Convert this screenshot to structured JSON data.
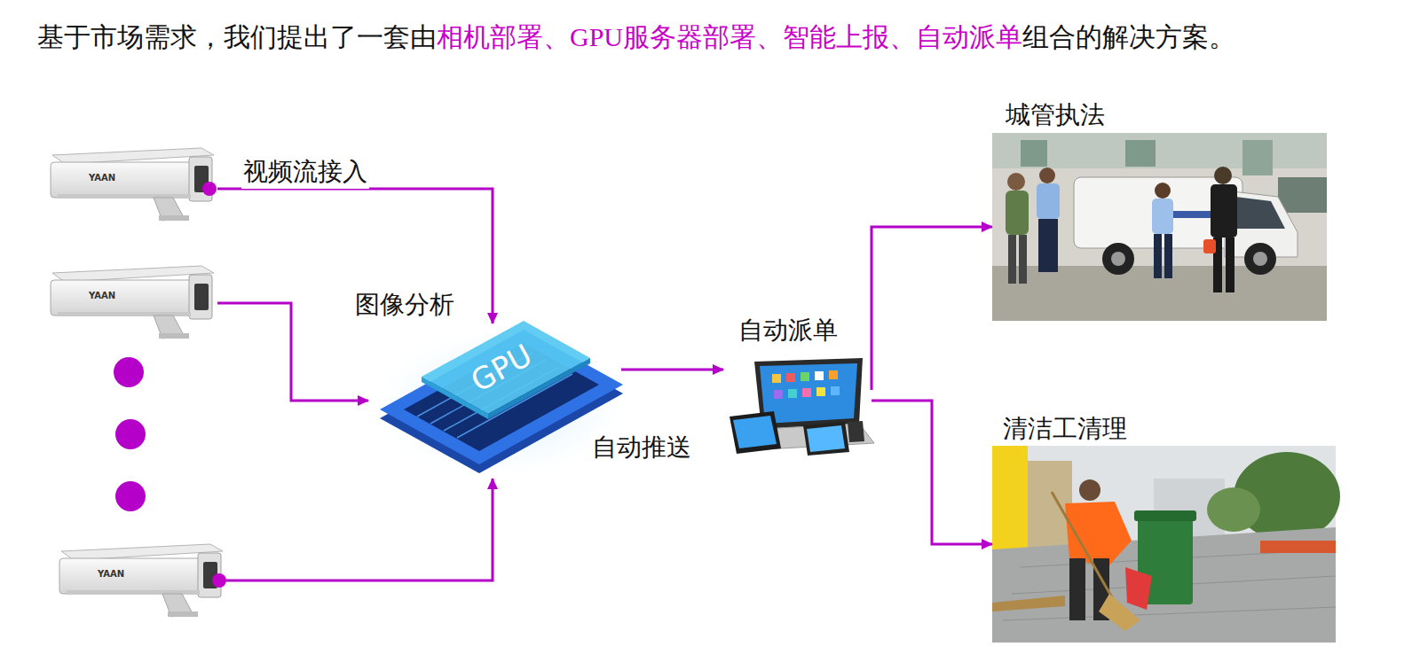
{
  "diagram": {
    "title": "基于市场需求，我们提出了一套由相机部署、GPU服务器部署、智能上报、自动派单组合的解决方案。",
    "nodes": [
      {
        "text": [
          "YAAN"
        ]
      },
      {
        "text": [
          "YAAN"
        ]
      },
      {
        "text": [
          "YAAN"
        ]
      },
      {
        "text": [
          "图像分析",
          "GPU"
        ]
      },
      {
        "text": [
          "自动派单"
        ]
      },
      {
        "text": [
          "城管执法"
        ]
      },
      {
        "text": [
          "清洁工清理"
        ]
      }
    ],
    "edges": [
      {
        "from": 0,
        "to": 3,
        "label": "视频流接入",
        "arrow": "to"
      },
      {
        "from": 1,
        "to": 3,
        "arrow": "to"
      },
      {
        "from": 2,
        "to": 3,
        "arrow": "to"
      },
      {
        "from": 3,
        "to": 4,
        "label": "自动推送",
        "arrow": "to"
      },
      {
        "from": 4,
        "to": 5,
        "arrow": "to"
      },
      {
        "from": 4,
        "to": 6,
        "arrow": "to"
      }
    ]
  }
}
